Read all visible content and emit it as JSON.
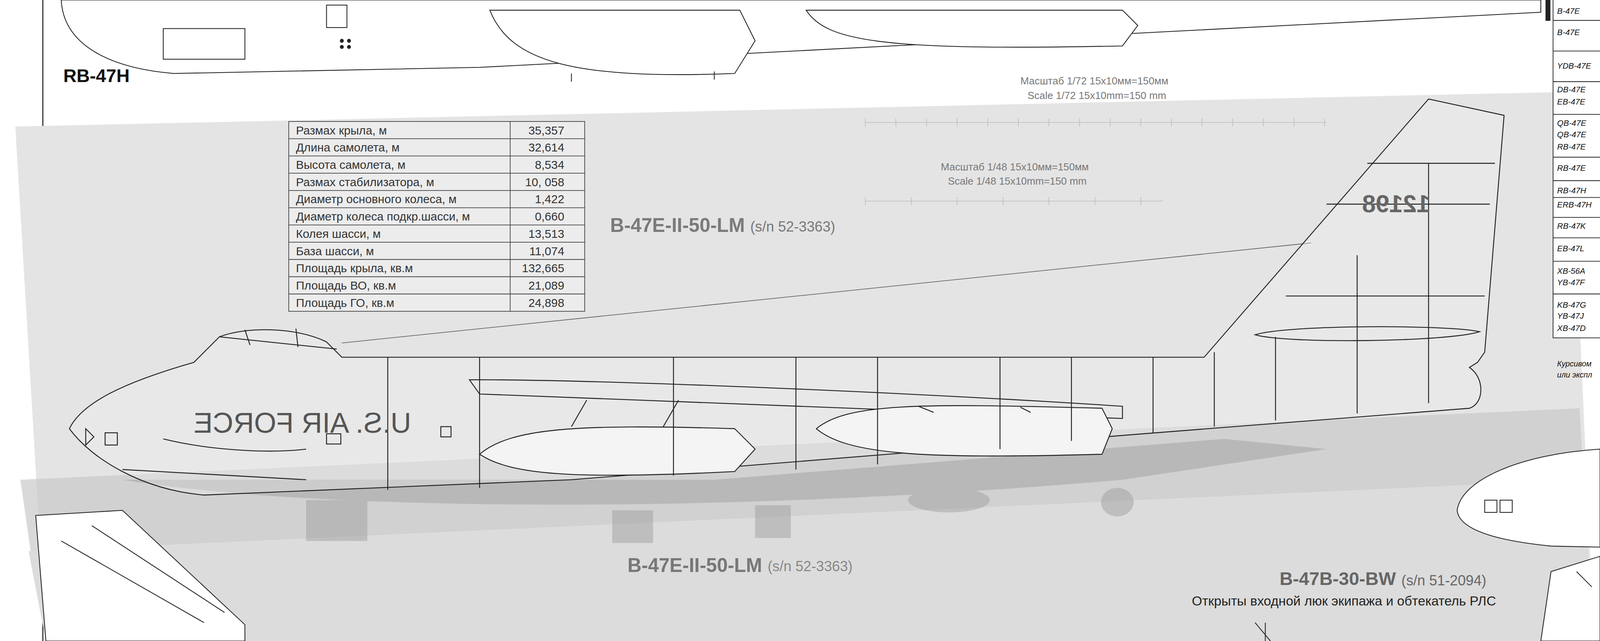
{
  "diagram": {
    "labels": [
      "RB-47H",
      "Размах крыла, м",
      "35,357",
      "Длина самолета, м",
      "32,614",
      "Высота самолета, м",
      "8,534",
      "Размах стабилизатора, м",
      "10, 058",
      "Диаметр основного колеса, м",
      "1,422",
      "Диаметр колеса подкр.шасси, м",
      "0,660",
      "Колея шасси, м",
      "13,513",
      "База шасси, м",
      "11,074",
      "Площадь крыла, кв.м",
      "132,665",
      "Площадь ВО, кв.м",
      "21,089",
      "Площадь ГО, кв.м",
      "24,898",
      "Масштаб 1/72  15x10мм=150мм",
      "Scale 1/72 15x10mm=150 mm",
      "Масштаб 1/48  15x10мм=150мм",
      "Scale 1/48 15x10mm=150 mm",
      "B-47E-II-50-LM",
      "(s/n 52-3363)",
      "U.S. AIR FORCE",
      "12198",
      "B-47E-II-50-LM",
      "(s/n 52-3363)",
      "B-47B-30-BW",
      "(s/n 51-2094)",
      "Открыты входной люк экипажа и обтекатель РЛС",
      "B-47E",
      "B-47E",
      "YDB-47E",
      "DB-47E",
      "EB-47E",
      "QB-47E",
      "QB-47E",
      "RB-47E",
      "RB-47E",
      "RB-47H",
      "ERB-47H",
      "RB-47K",
      "EB-47L",
      "XB-56A",
      "YB-47F",
      "KB-47G",
      "YB-47J",
      "XB-47D",
      "Курсивом",
      "или экспл"
    ]
  }
}
